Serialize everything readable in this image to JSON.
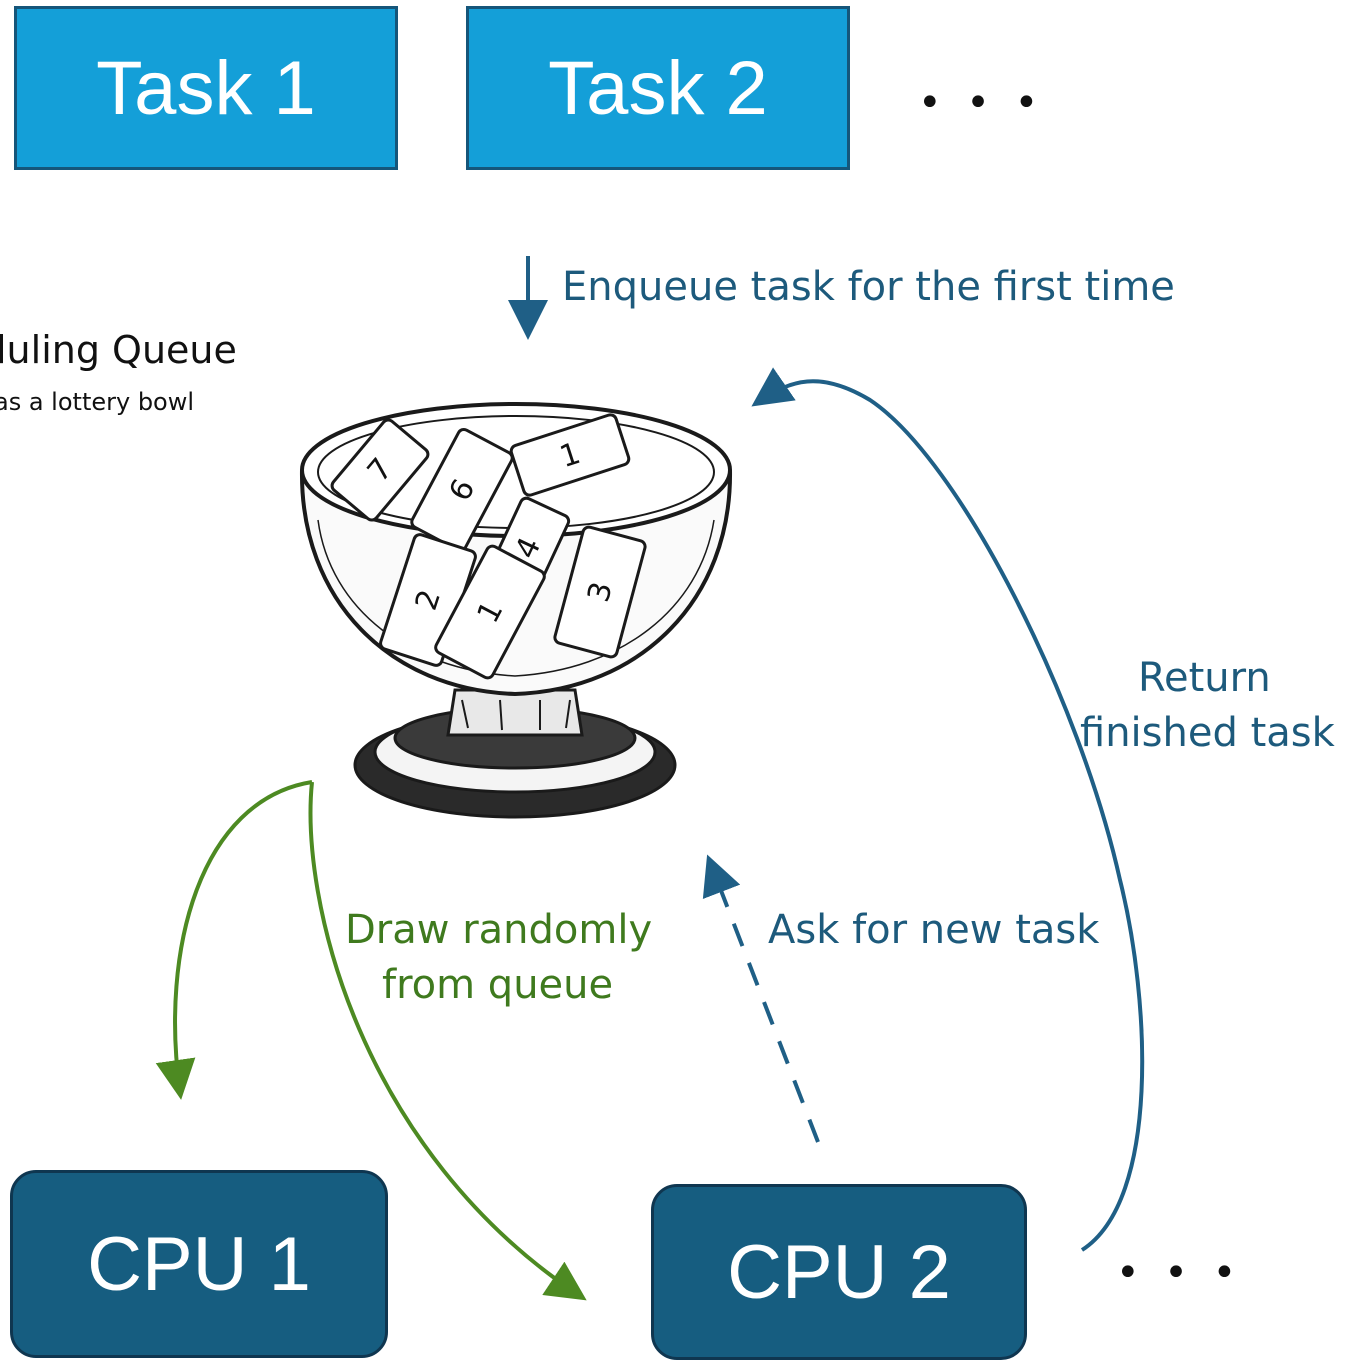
{
  "tasks": {
    "task1": "Task 1",
    "task2": "Task 2",
    "more": "• • •"
  },
  "queue": {
    "title": "luling Queue",
    "subtitle": "as a lottery bowl",
    "ticket_numbers": [
      "7",
      "6",
      "1",
      "4",
      "2",
      "1",
      "3"
    ]
  },
  "arrows": {
    "enqueue": "Enqueue task for the first time",
    "return_line1": "Return",
    "return_line2": "finished task",
    "draw_line1": "Draw randomly",
    "draw_line2": "from queue",
    "ask": "Ask for new task"
  },
  "cpus": {
    "cpu1": "CPU 1",
    "cpu2": "CPU 2",
    "more": "• • •"
  },
  "colors": {
    "task_fill": "#149fd8",
    "cpu_fill": "#165d80",
    "blue_arrow": "#1f5f86",
    "green_arrow": "#4d8a22",
    "blue_text": "#1d5a7c",
    "green_text": "#3f7a1e"
  }
}
